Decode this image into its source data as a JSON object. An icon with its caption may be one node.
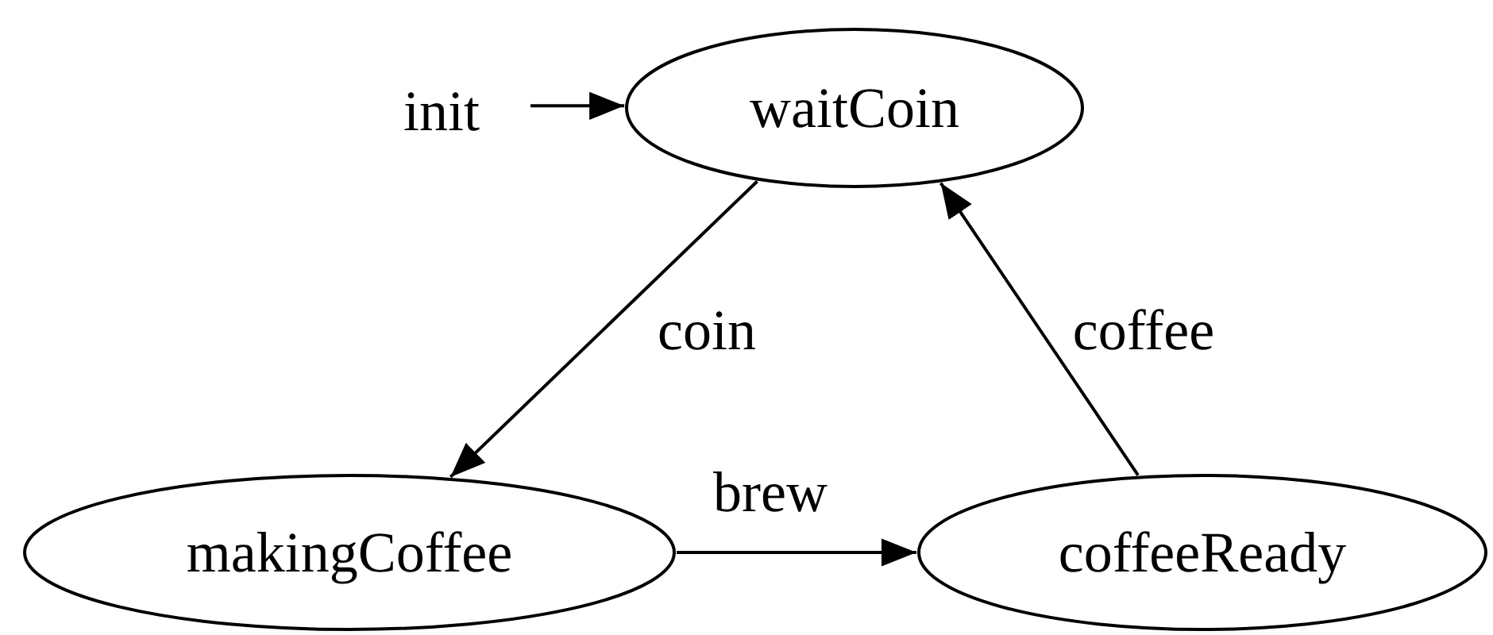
{
  "diagram": {
    "nodes": [
      {
        "text": [
          "init"
        ]
      },
      {
        "text": [
          "waitCoin"
        ]
      },
      {
        "text": [
          "makingCoffee"
        ]
      },
      {
        "text": [
          "coffeeReady"
        ]
      }
    ],
    "edges": [
      {
        "from": 0,
        "to": 1,
        "arrow": "to"
      },
      {
        "from": 1,
        "to": 2,
        "arrow": "to",
        "label": "coin"
      },
      {
        "from": 2,
        "to": 3,
        "arrow": "to",
        "label": "brew"
      },
      {
        "from": 3,
        "to": 1,
        "arrow": "to",
        "label": "coffee"
      }
    ]
  }
}
